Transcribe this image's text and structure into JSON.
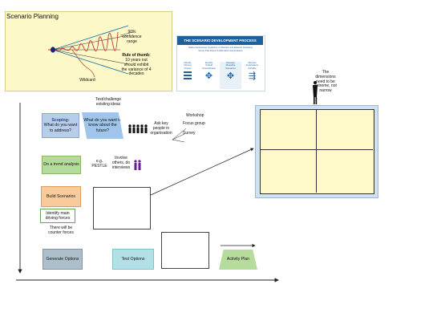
{
  "scenario_panel": {
    "title": "Scenario Planning",
    "confidence": "90%\nconfidence\nrange",
    "rule_heading": "Rule of thumb:",
    "rule_body": "10 years out\nshould exhibit\nthe variance of 4\ndecades",
    "wildcard": "Wildcard"
  },
  "process_card": {
    "title": "THE SCENARIO DEVELOPMENT PROCESS",
    "subtitle": "Define Focal Issues, Questions, on Decision and Relevant Timeframe\nSurvey Past Events & Alternative Interpretations",
    "steps": [
      {
        "label": "Identify\nDriving\nForces"
      },
      {
        "label": "Identify\nCritical\nUncertainties"
      },
      {
        "label": "Develop\nPlausible\nScenarios"
      },
      {
        "label": "Discuss\nImplications\n& Paths"
      }
    ]
  },
  "flow": {
    "test_challenge": "Test/challenge\nexisting ideas",
    "scoping_title": "Scoping:",
    "scoping_body": "What do you want\nto address?",
    "know_about": "What do you want to\nknow about the\nfuture?",
    "ask_key": "Ask key\npeople in\norganisation",
    "workshop": "Workshop",
    "focus_group": "Focus group",
    "survey": "Survey",
    "trend_analysis": "Do a trend analysis",
    "eg_pestle": "e.g.\nPESTLE",
    "involve": "Involve\nothers, do\ninterviews",
    "build_scenarios": "Build Scenarios",
    "identify_main": "Identify main\ndriving forces",
    "counter_forces": "There will be\ncounter forces",
    "generate_options": "Generate Options",
    "test_options": "Test Options",
    "activity_plan": "Activity Plan",
    "dimensions_note": "The\ndimensions\nneed to be\nextreme, not\nnarrow"
  }
}
